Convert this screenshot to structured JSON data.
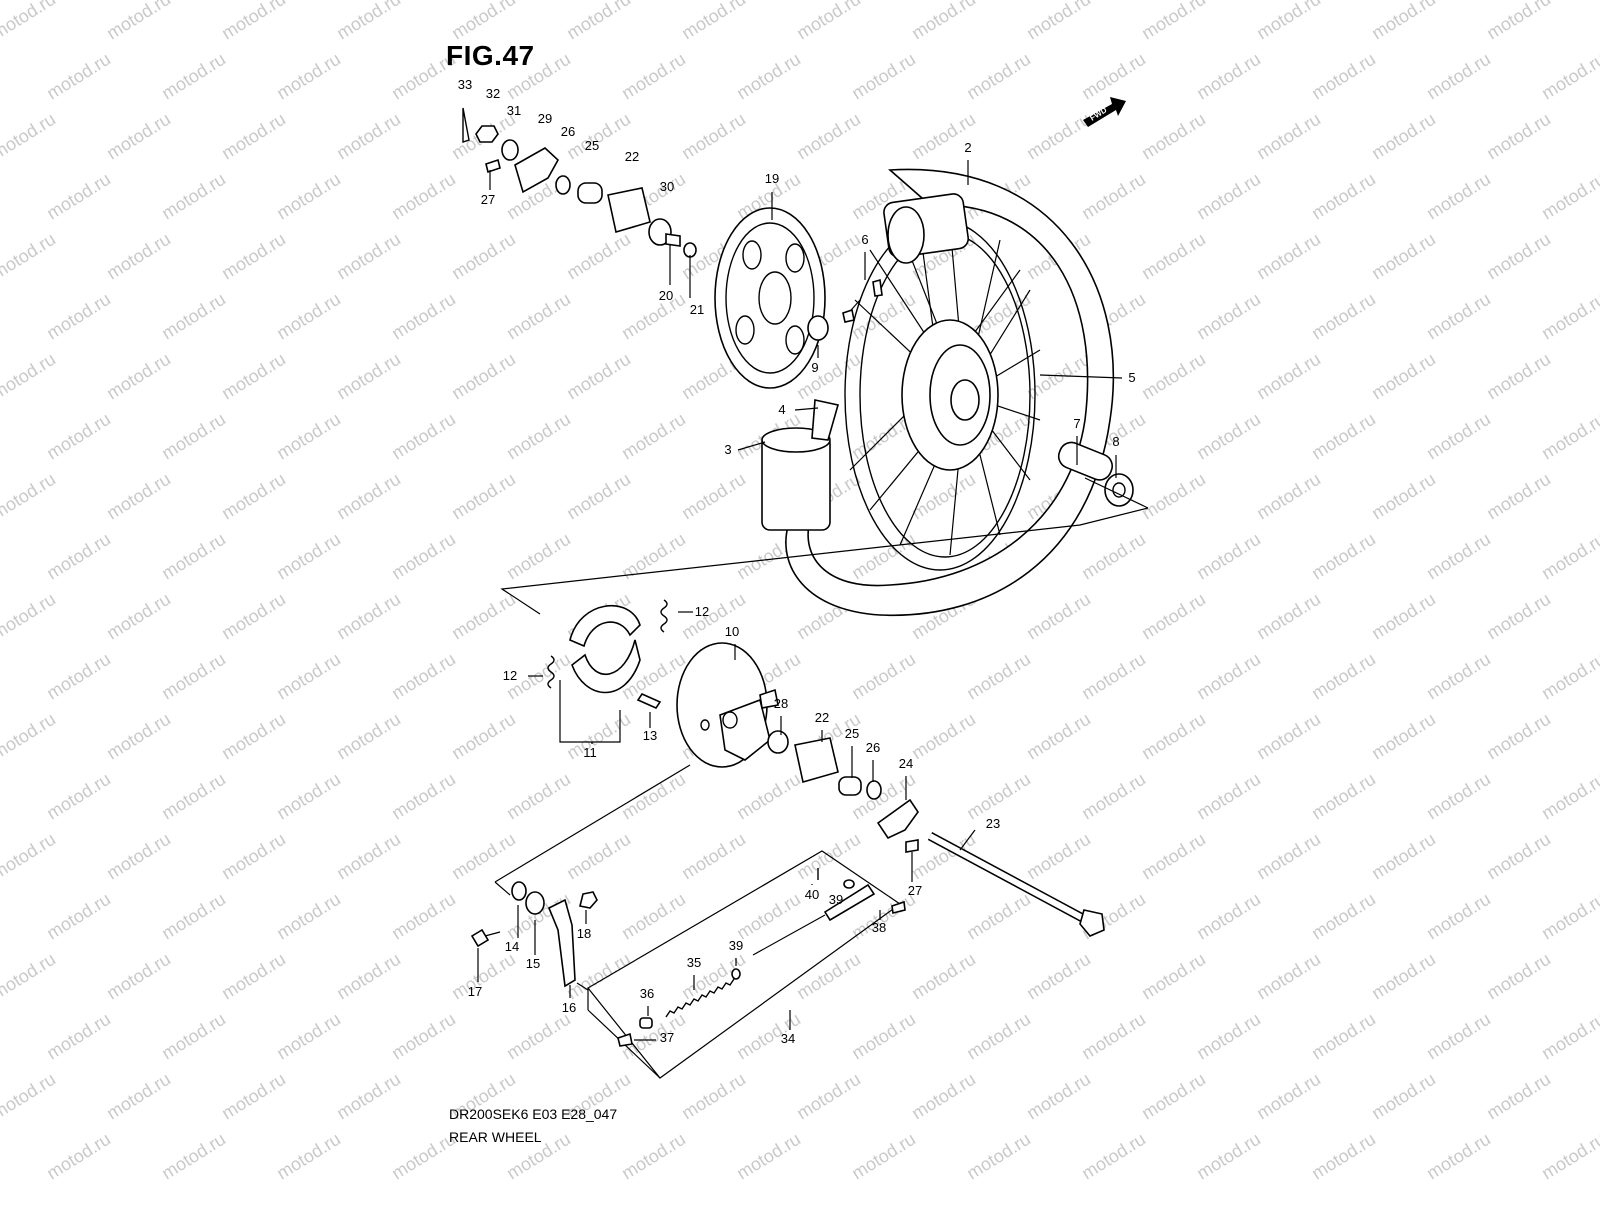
{
  "figure": {
    "title": "FIG.47",
    "model_code": "DR200SEK6 E03 E28_047",
    "caption": "REAR WHEEL",
    "fwd_label": "FWD",
    "watermark": "motod.ru"
  },
  "callouts": [
    "33",
    "32",
    "31",
    "29",
    "26",
    "25",
    "22",
    "30",
    "27",
    "20",
    "21",
    "19",
    "2",
    "6",
    "9",
    "5",
    "4",
    "3",
    "7",
    "8",
    "12",
    "12",
    "10",
    "28",
    "22",
    "25",
    "26",
    "24",
    "13",
    "11",
    "23",
    "27",
    "40",
    "39",
    "38",
    "39",
    "35",
    "36",
    "37",
    "34",
    "14",
    "15",
    "16",
    "17",
    "18"
  ]
}
